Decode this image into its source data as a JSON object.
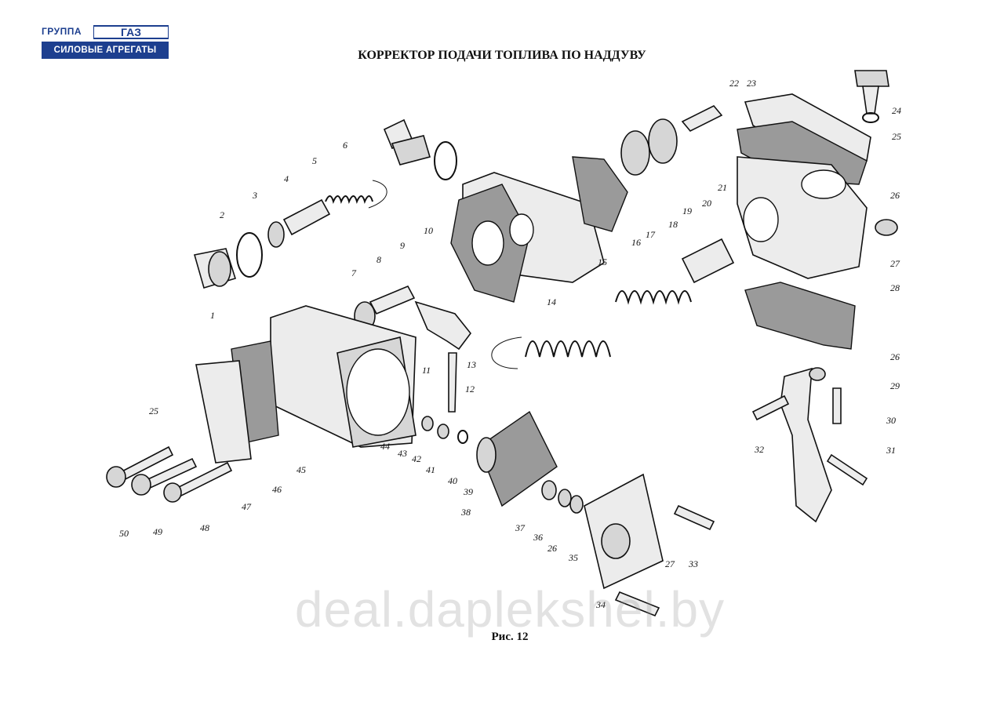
{
  "logo": {
    "group_text": "ГРУППА",
    "brand_text": "ГАЗ",
    "subtitle": "СИЛОВЫЕ АГРЕГАТЫ",
    "color": "#1d3f8f"
  },
  "title": "КОРРЕКТОР ПОДАЧИ ТОПЛИВА ПО НАДДУВУ",
  "caption": "Рис. 12",
  "watermark": "deal.daplekshel.by",
  "labels": [
    "1",
    "2",
    "3",
    "4",
    "5",
    "6",
    "7",
    "8",
    "9",
    "10",
    "11",
    "12",
    "13",
    "14",
    "15",
    "16",
    "17",
    "18",
    "19",
    "20",
    "21",
    "22",
    "23",
    "24",
    "25",
    "26",
    "27",
    "28",
    "29",
    "30",
    "31",
    "32",
    "33",
    "34",
    "35",
    "36",
    "37",
    "38",
    "39",
    "40",
    "41",
    "42",
    "43",
    "44",
    "45",
    "46",
    "47",
    "48",
    "49",
    "50"
  ]
}
